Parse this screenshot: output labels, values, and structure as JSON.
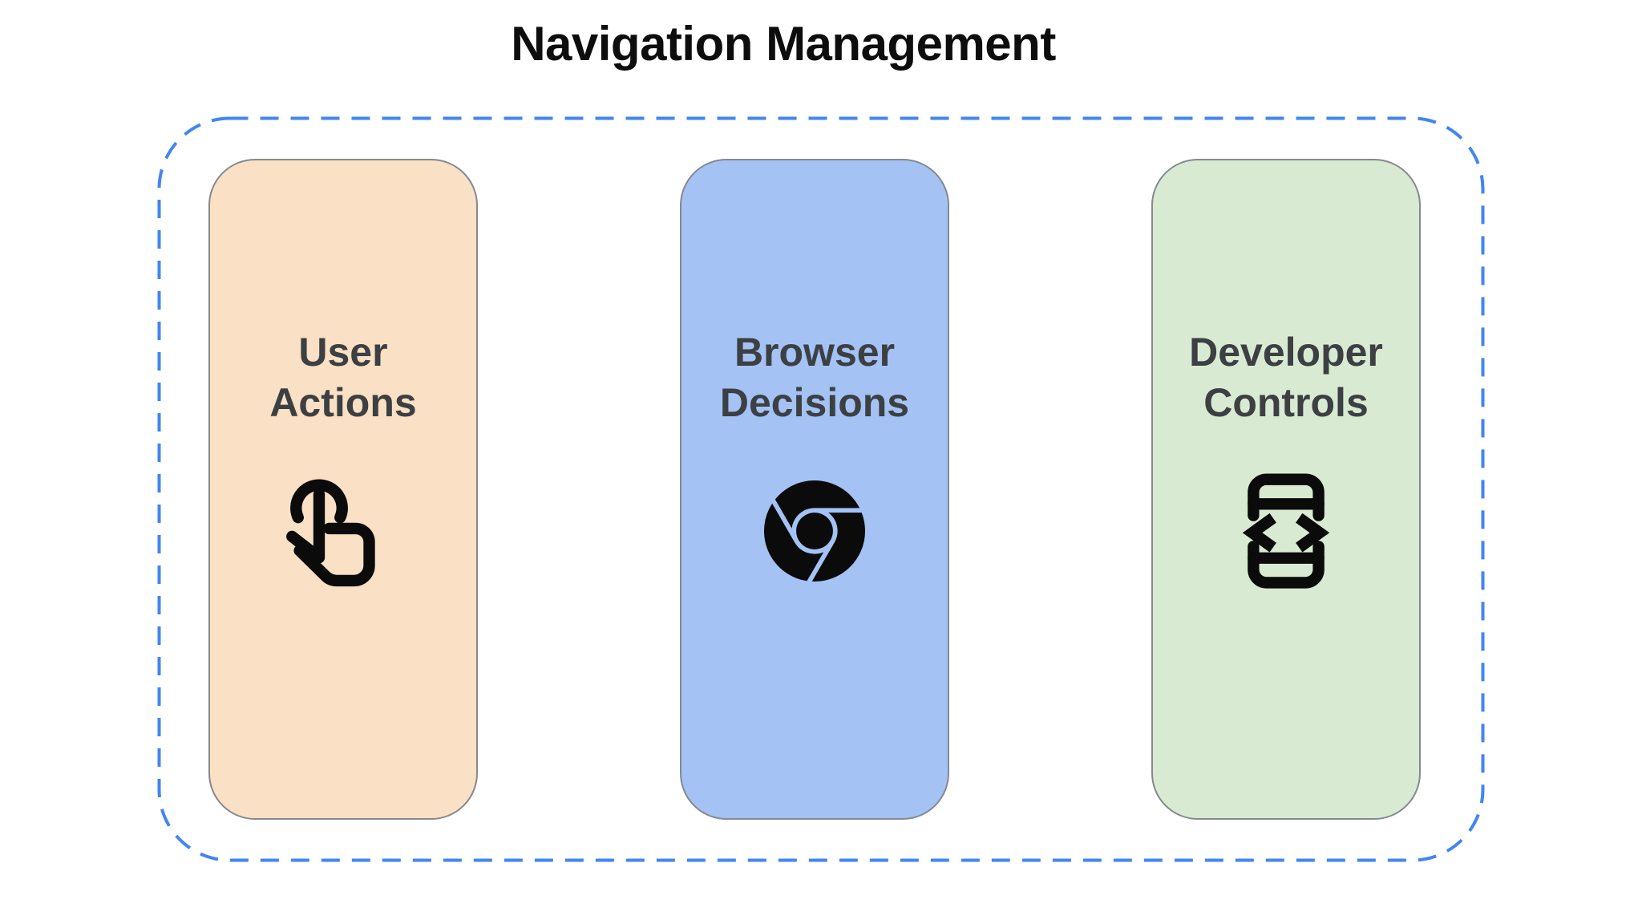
{
  "title": "Navigation Management",
  "group_border": {
    "color": "#4285F4",
    "style": "dashed"
  },
  "cards": [
    {
      "name": "User Actions",
      "label_line1": "User",
      "label_line2": "Actions",
      "icon": "swipe-gesture-icon",
      "background": "#FAE0C4"
    },
    {
      "name": "Browser Decisions",
      "label_line1": "Browser",
      "label_line2": "Decisions",
      "icon": "chrome-logo-icon",
      "background": "#A4C2F4"
    },
    {
      "name": "Developer Controls",
      "label_line1": "Developer",
      "label_line2": "Controls",
      "icon": "developer-mode-icon",
      "background": "#D9EAD3"
    }
  ],
  "colors": {
    "title_text": "#0D0D0D",
    "card_label_text": "#3C4043",
    "icon": "#0B0B0B",
    "card_border": "#85898F",
    "canvas_background": "#FFFFFF"
  }
}
